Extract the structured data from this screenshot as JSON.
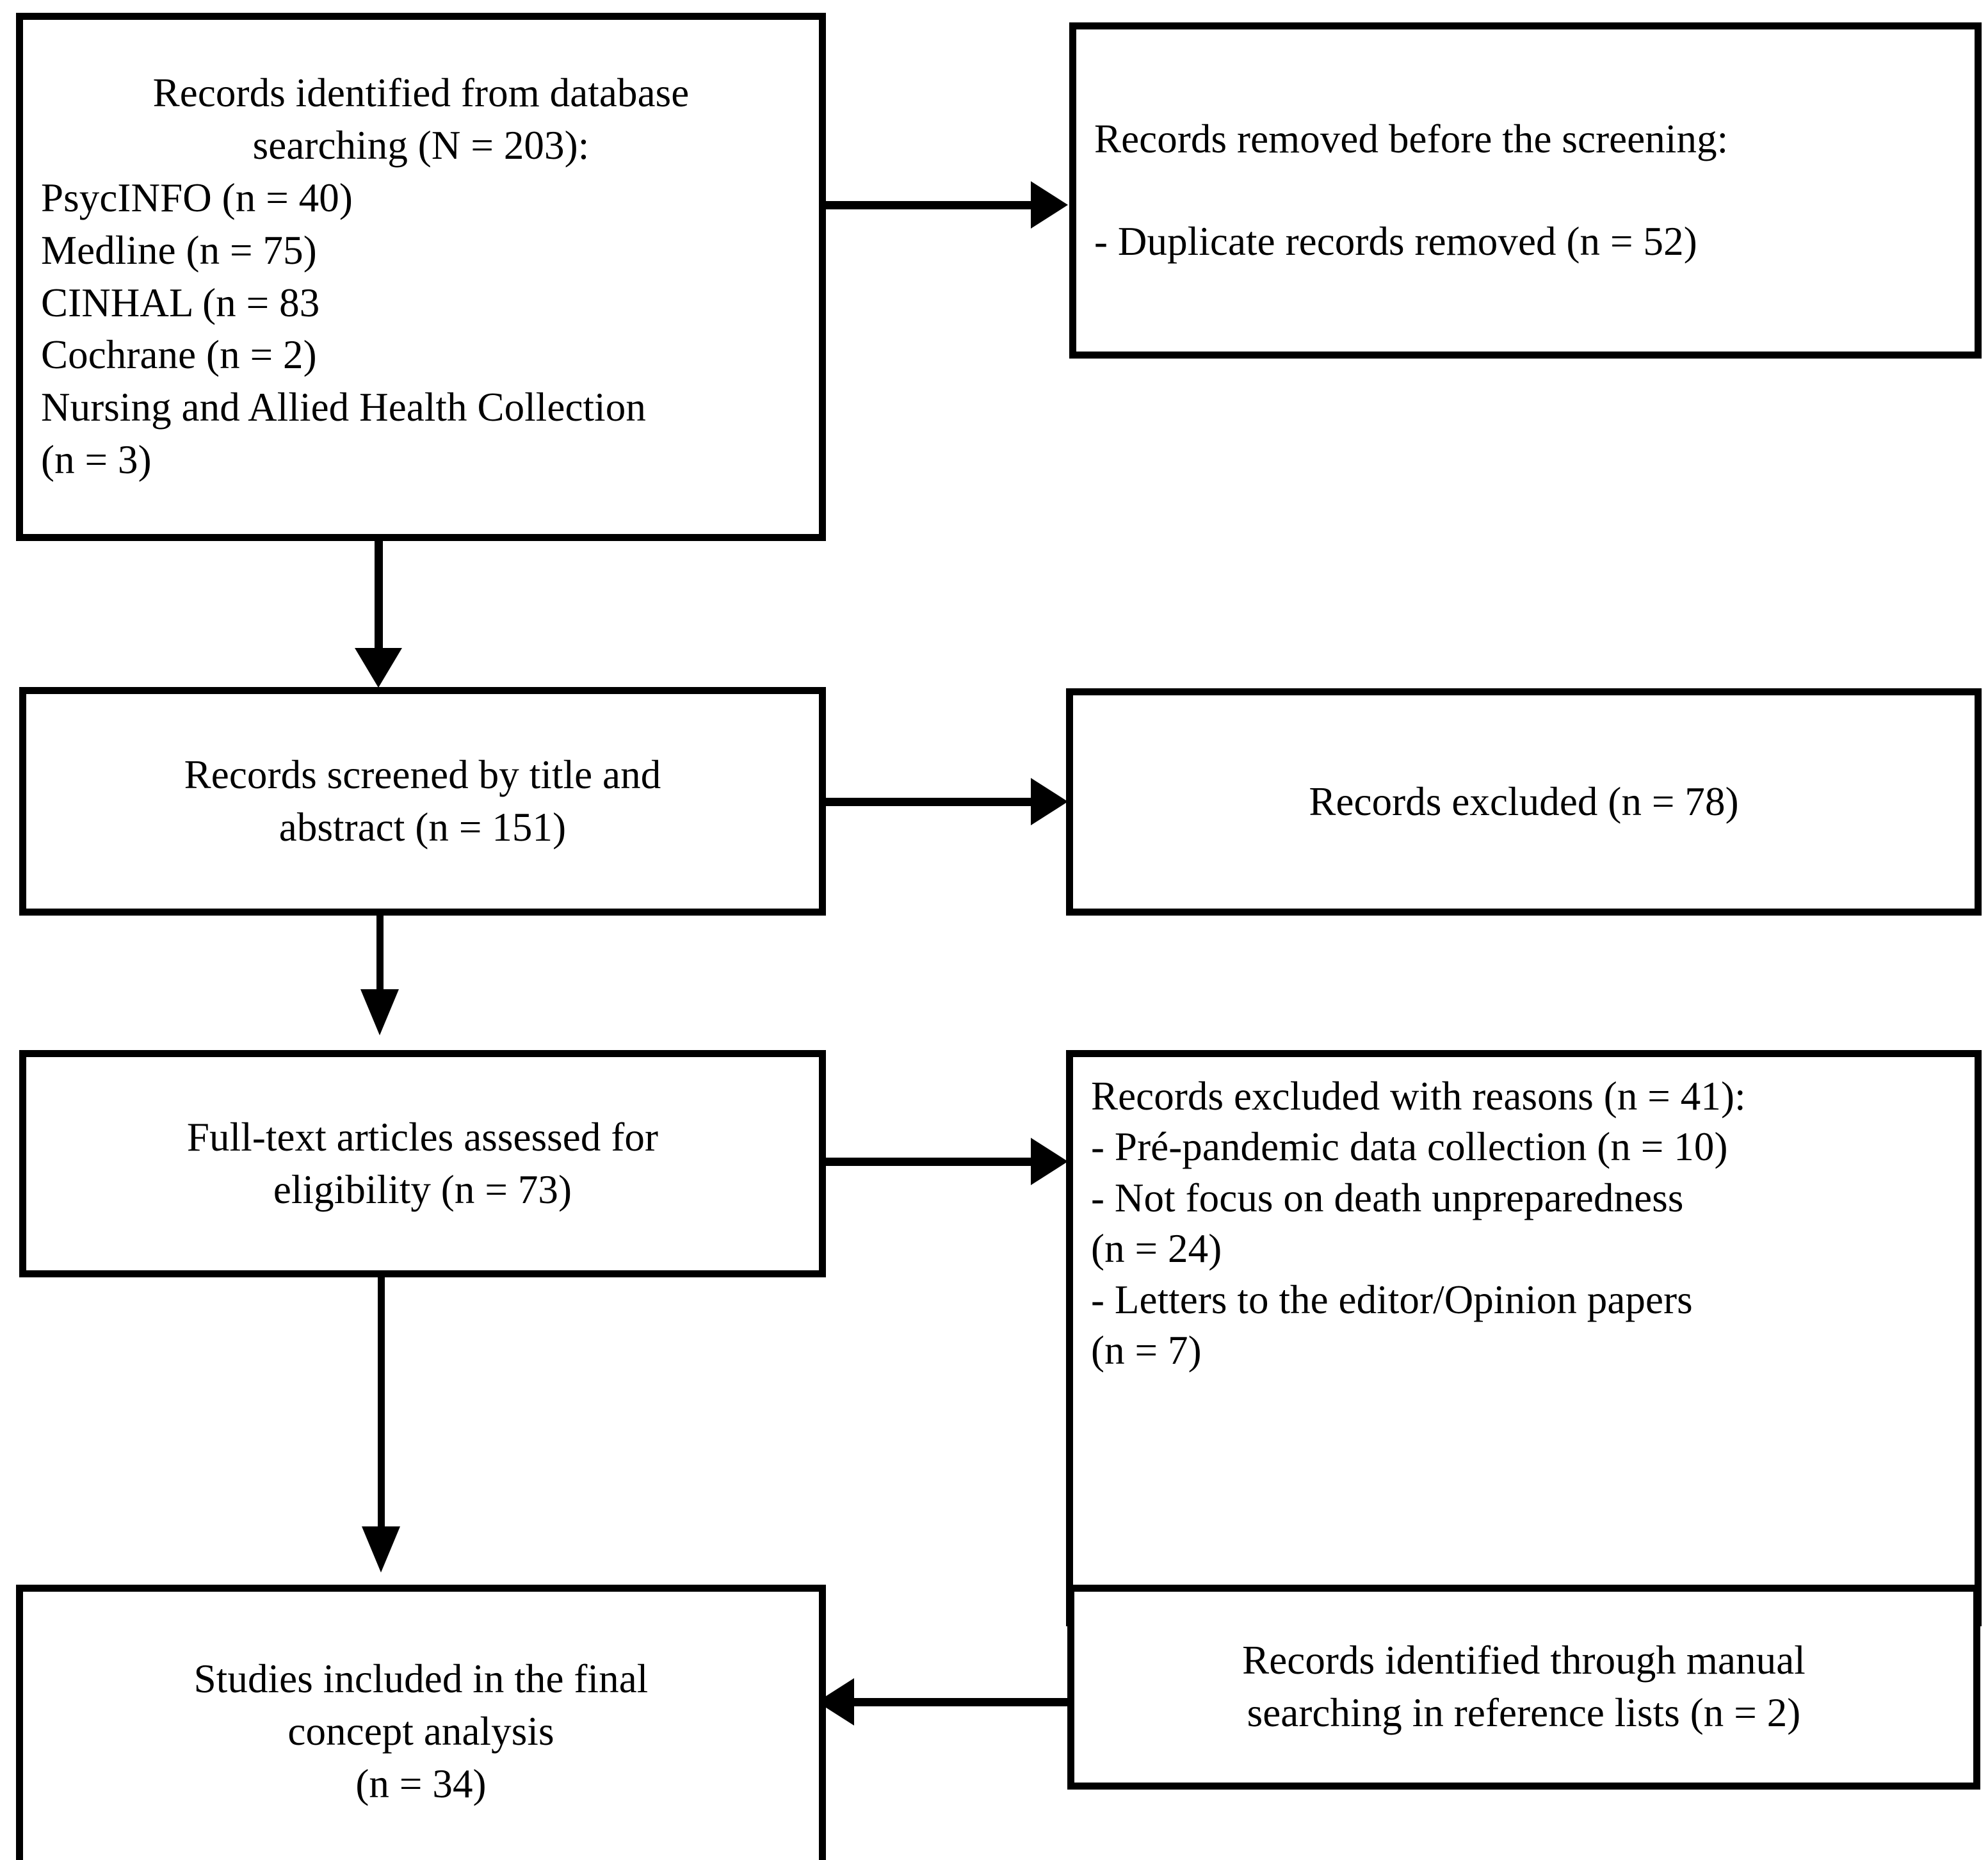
{
  "diagram": {
    "type": "prisma-flow-diagram",
    "title": "PRISMA study selection flow diagram",
    "colors": {
      "box_border": "#000000",
      "box_fill": "#ffffff",
      "connector": "#000000",
      "text": "#000000"
    },
    "boxes": {
      "identification": {
        "id": "records-identified-from-database-searching",
        "heading": "Records identified from database\nsearching (N = 203):",
        "lines": [
          "PsycINFO (n = 40)",
          "Medline (n = 75)",
          "CINHAL (n = 83",
          "Cochrane (n = 2)",
          "Nursing and Allied Health Collection",
          "(n = 3)"
        ],
        "total": 203,
        "sources": [
          {
            "name": "PsycINFO",
            "n": 40
          },
          {
            "name": "Medline",
            "n": 75
          },
          {
            "name": "CINHAL",
            "n": 83
          },
          {
            "name": "Cochrane",
            "n": 2
          },
          {
            "name": "Nursing and Allied Health Collection",
            "n": 3
          }
        ]
      },
      "removed_before_screening": {
        "id": "records-removed-before-screening",
        "heading": "Records removed before the screening:",
        "lines": [
          "- Duplicate records removed (n = 52)"
        ],
        "items": [
          {
            "reason": "Duplicate records removed",
            "n": 52
          }
        ]
      },
      "screened": {
        "id": "records-screened-by-title-and-abstract",
        "heading": "Records screened by title and\nabstract (n = 151)",
        "n": 151
      },
      "excluded_screening": {
        "id": "records-excluded",
        "heading": "Records excluded (n = 78)",
        "n": 78
      },
      "full_text": {
        "id": "full-text-articles-assessed-for-eligibility",
        "heading": "Full-text articles assessed for\neligibility (n = 73)",
        "n": 73
      },
      "excluded_with_reasons": {
        "id": "records-excluded-with-reasons",
        "heading": "Records excluded with reasons (n = 41):",
        "lines": [
          "- Pré-pandemic data collection (n = 10)",
          "- Not focus on death unpreparedness",
          "(n = 24)",
          "- Letters to the editor/Opinion papers",
          "(n = 7)"
        ],
        "total": 41,
        "reasons": [
          {
            "reason": "Pré-pandemic data collection",
            "n": 10
          },
          {
            "reason": "Not focus on death unpreparedness",
            "n": 24
          },
          {
            "reason": "Letters to the editor/Opinion papers",
            "n": 7
          }
        ]
      },
      "included": {
        "id": "studies-included-in-the-final-concept-analysis",
        "heading": "Studies included in the final\nconcept analysis\n(n = 34)",
        "n": 34
      },
      "manual_search": {
        "id": "records-identified-through-manual-searching",
        "heading": "Records identified through manual\nsearching in reference lists (n = 2)",
        "n": 2
      }
    },
    "connectors": [
      {
        "id": "identification-to-removed",
        "from": "identification",
        "to": "removed_before_screening",
        "direction": "right"
      },
      {
        "id": "identification-to-screened",
        "from": "identification",
        "to": "screened",
        "direction": "down"
      },
      {
        "id": "screened-to-excluded",
        "from": "screened",
        "to": "excluded_screening",
        "direction": "right"
      },
      {
        "id": "screened-to-full-text",
        "from": "screened",
        "to": "full_text",
        "direction": "down"
      },
      {
        "id": "full-text-to-excluded-reasons",
        "from": "full_text",
        "to": "excluded_with_reasons",
        "direction": "right"
      },
      {
        "id": "full-text-to-included",
        "from": "full_text",
        "to": "included",
        "direction": "down"
      },
      {
        "id": "manual-search-to-included",
        "from": "manual_search",
        "to": "included",
        "direction": "left"
      }
    ]
  }
}
